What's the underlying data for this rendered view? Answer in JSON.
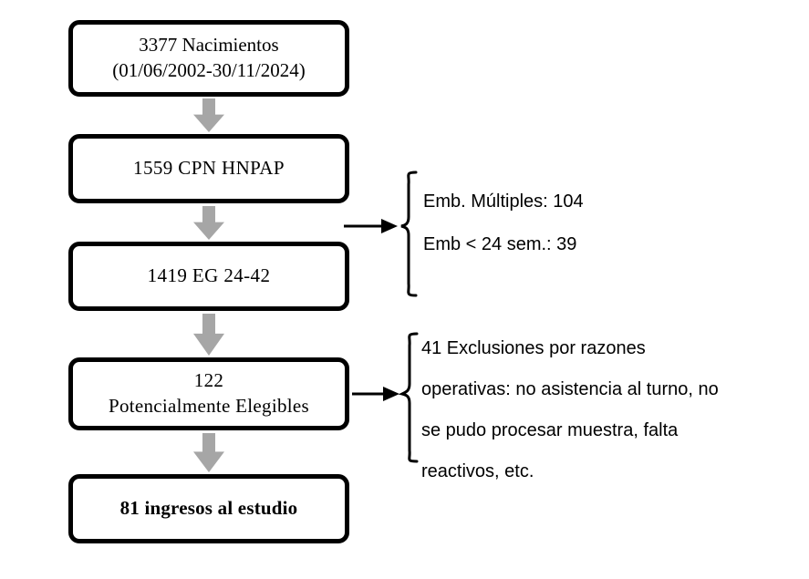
{
  "diagram": {
    "type": "flowchart",
    "title": "Study enrollment flow diagram",
    "colors": {
      "box_border": "#000000",
      "box_fill": "#ffffff",
      "connector_arrow": "#a6a6a6",
      "text": "#000000"
    },
    "nodes": [
      {
        "id": "births",
        "lines": [
          "3377 Nacimientos",
          "(01/06/2002-30/11/2024)"
        ]
      },
      {
        "id": "cpn",
        "lines": [
          "1559  CPN HNPAP"
        ]
      },
      {
        "id": "eg",
        "lines": [
          "1419 EG 24-42"
        ]
      },
      {
        "id": "eligible",
        "lines": [
          "122",
          "Potencialmente Elegibles"
        ]
      },
      {
        "id": "enrolled",
        "lines": [
          "81 ingresos al estudio"
        ]
      }
    ],
    "exclusions": [
      {
        "id": "exclusions-1",
        "lines": [
          "Emb. Múltiples: 104",
          "Emb < 24 sem.: 39"
        ]
      },
      {
        "id": "exclusions-2",
        "lines": [
          "41 Exclusiones por razones",
          "operativas: no asistencia al turno, no",
          "se pudo procesar muestra, falta",
          "reactivos, etc."
        ]
      }
    ],
    "connectors": [
      {
        "id": "varrow-1",
        "from": "births",
        "to": "cpn",
        "style": "gray-block-arrow-down"
      },
      {
        "id": "varrow-2",
        "from": "cpn",
        "to": "eg",
        "style": "gray-block-arrow-down"
      },
      {
        "id": "varrow-3",
        "from": "eg",
        "to": "eligible",
        "style": "gray-block-arrow-down"
      },
      {
        "id": "varrow-4",
        "from": "eligible",
        "to": "enrolled",
        "style": "gray-block-arrow-down"
      },
      {
        "id": "harrow-1",
        "from": "cpn-eg",
        "to": "exclusions-1",
        "style": "black-arrow-right"
      },
      {
        "id": "harrow-2",
        "from": "eligible",
        "to": "exclusions-2",
        "style": "black-arrow-right"
      }
    ]
  }
}
